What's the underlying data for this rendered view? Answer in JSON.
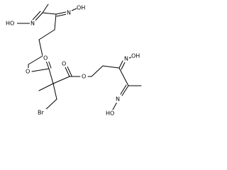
{
  "diagram": {
    "type": "skeletal-chemical-structure",
    "atom_labels": {
      "hon_top_left": "HO",
      "n_top_left": "N",
      "n_top_right": "N",
      "oh_top_right": "OH",
      "o_ester_left": "O",
      "o_carbonyl_left": "O",
      "o_carbonyl_right": "O",
      "o_ester_right": "O",
      "br": "Br",
      "n_mid_right": "N",
      "oh_mid_right": "OH",
      "hon_bottom_right": "HO",
      "n_bottom_right": "N"
    },
    "colors": {
      "bond": "#000000",
      "text": "#000000",
      "background": "#ffffff"
    }
  }
}
